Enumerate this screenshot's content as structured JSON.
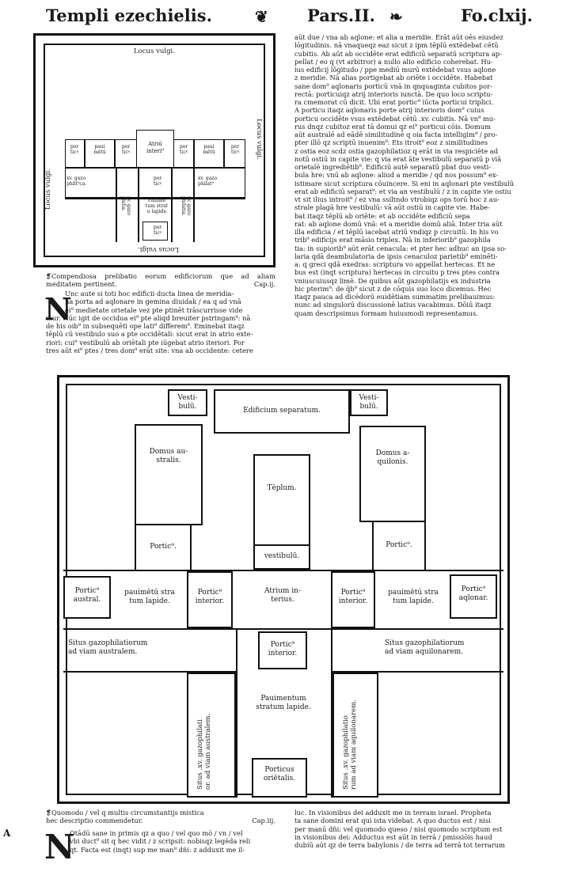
{
  "header": {
    "left_title": "Templi ezechielis.",
    "part": "Pars.II.",
    "folio": "Fo.clxij."
  },
  "small_plan": {
    "top": "Locus vulgi.",
    "left": "Locus vulgi.",
    "right": "Locus vulgi.",
    "bottom": "Locus vulgi.",
    "rooms": {
      "portic_left": "por\nticꝰ",
      "paviment_left": "pauí\nmētū",
      "portic_left2": "por\nticꝰ",
      "atrium": "Atriū\ninteri⁹",
      "portic_right2": "por\nticꝰ",
      "paviment_right": "pauí\nmētū",
      "portic_right": "por\nticꝰ",
      "gazo_left": "xv. gazo\nphilt⁹ca.",
      "gazo_right": "xv. gazo\nphilat⁹",
      "portic_center": "por\nticꝰ",
      "gazo_v_left": "xv. gazo\nphilia.",
      "pavimentum_center": "Pauime\ntum strat\nu lapide",
      "gazo_v_right": "xv. gazo\nphilatia.",
      "portic_bottom": "por\nticꝰ"
    }
  },
  "caption1": "❡Compendiosa prelibatio eorum edificiorum que ad aliam meditatem pertinent.",
  "caption1_cap": "Cap.ij.",
  "left_para": [
    "Unc aute si toti hoc edificii ducta linea de meridia-",
    "na porta ad aqlonare in gemina diuidak / ea q ad vnā",
    "ei⁹ medietate orietale vez pte ptinēt trāscurrisse vide",
    "mur. Nūc igit de occidua ei⁹ pte aliqd breuiter pstringam⁹: nā",
    "de his oib⁹ in subsequēti ope lati⁹ differem⁹. Eminebat itaqz",
    "tēplū cū vestibulo suo a pte occidētali: sicut erat in atrio exte-",
    "riori: cui⁹ vestibulū ab oriētali pte iūgebat atrio iteriori. Por",
    "tres aūt ei⁹ ptes / tres dom⁹ erāt site: vna ab occidente: cetere"
  ],
  "right_para": [
    "aūt due / vna ab aqlone: et alia a meridie. Erāt aūt oēs eiusdez",
    "lōgitudinis. nā vnaqueqz eaz sicut z ipm tēplū extēdebat cētū",
    "cubitis. Ab aūt ab occidēte erat edificiū separatū scriptura ap-",
    "pellat / eo q (vt arbitror) a nullo alio edificio coherebat. Hu-",
    "ius edificij lōgitudo / ppe mediū murū extēdebat vsus aqlone",
    "z meridie. Nā alias portigebat ab oriēte i occidēte. Habebat",
    "sane dom⁹ aqlonaris porticū vnā in qnquaginta cubitos por-",
    "rectā: porticuiqz atrij interioris iunctā. De quo loco scriptu-",
    "ra cmemorat cū dicit. Ubi erat portic⁹ iūcta porticui triplici.",
    "A porticu itaqz aqlonaris porte atrij interioris dom⁹ cuius",
    "porticu occidēte vsus extēdebat cētū .xv. cubitis. Nā vn⁹ mu-",
    "rus dnqz cubitoz erat tā domui qz ei⁹ porticui cōis. Domum",
    "aūt australē ad eādē similitudinē q oia facta intelligim⁹ / pro-",
    "pter illō qz scriptū inuenim⁹: Ets itroit⁹ eoz z similitudines",
    "z ostia eoz scdz ostia gazophilatioz q erāt in via respiciēte ad",
    "notū ostiū in capite vie: q via erat āte vestibulū separatū p viā",
    "orietalē ingrediētib⁹. Edificiū autē separatū pbat duo vesti-",
    "bula hre: vnū ab aqlone: aliud a meridie / qd nos possum⁹ ex-",
    "istimare sicut scriptura cōuincere. Si eni in aqlonari pte vestibulū",
    "erat ab edificiū separat⁹: et via an vestibulū / z in capite vie ostiu",
    "vt sit ilius introit⁹ / ez vna ssiltndo vtrobiqz ops torū hoc z au-",
    "strale plagā hre vestibulū: vā aūt ostiū in capite vie. Habe-",
    "bat itaqz tēplū ab oriēte: et ab occidēte edificiū sepa",
    "rat: ab aqlone domū vnā: et a meridie domū aliā. Inter tria aūt",
    "illa edificia / et tēplū iacebat atriū vndiqz p circuitū. In his vo",
    "trib⁹ edificijs erat māsio triplex. Nā in inferiorib⁹ gazophila",
    "tia: in supiorib⁹ aūt erāt cenacula: et pter hec adhuc an ipsa so-",
    "laria qdā deambulatoria de ipsis cenaculoz parietib⁹ eminēti-",
    "a: q greci qdā exedras: scriptura vo appellat hertecas. Et ne",
    "bus est (inqt scriptura) hertecas in circuitu p tres ptes contra",
    "vniuscuiusqz limē. De quibus aūt gazophilatijs ex industria",
    "hic pterim⁹: de q̄b⁹ sicut z de cōquis suo loco dicemus. Hec",
    "itaqz pauca ad dicēdorū euidētiam summatim prelibauimus:",
    "nunc ad singulorū discussionē latius vacabimus. Dōiū itaqz",
    "quam descripsimus formam huiusmodi representamus."
  ],
  "large_plan": {
    "vestibulum_left": "Vesti-\nbulū.",
    "edificium": "Edificium separatum.",
    "vestibulum_right": "Vesti-\nbulū.",
    "domus_australis": "Domus au-\nstralis.",
    "templum": "Tēplum.",
    "domus_aquilonis": "Domus a-\nquilonis.",
    "porticus_left": "Portic⁹.",
    "vestibulum_center": "vestibulū.",
    "porticus_right": "Portic⁹.",
    "porticus_australis": "Portic⁹\naustral.",
    "pavimentum_left": "pauimētū stra\ntum lapide.",
    "porticus_interior_left": "Portic⁹\ninterior.",
    "atrium_interius": "Atrium in-\nterius.",
    "porticus_interior_right": "Portic⁹\ninterior.",
    "pavimentum_right": "pauimētū stra\ntum lapide.",
    "porticus_aquilonaris": "Portic⁹\naqlonar.",
    "situs_left": "Situs gazophilatiorum\nad viam australem.",
    "porticus_interior_center": "Portic⁹\ninterior.",
    "situs_right": "Situs gazophilatiorum\nad viam aquilonarem.",
    "vertical_left": "Situs .xv. gazophilati\nor. ad viam australem.",
    "pavimentum_stratum": "Pauimentum\nstratum lapide.",
    "vertical_right": "Situs .xv. gazophilatio\nrum ad viam aquilonarem.",
    "porticus_orientalis": "Porticus\noriētalis."
  },
  "bottom_left": {
    "caption": "❡Quomodo / vel q multis circumstantijs mistica",
    "caption2": "hec descriptio commendetur.",
    "cap": "Cap.iij.",
    "margin_mark": "A",
    "lines": [
      "Otādū sane in primis qz a quo / vel quo mō / vn / vel",
      "vbi duct⁹ sit q hec vidit / z scripsit: nobisqz legēda reli",
      "qt. Facta est (inqt) sup me man⁹ dñi: z adduxit me il-"
    ]
  },
  "bottom_right": {
    "lines": [
      "luc. In visionibus dei adduxit me in terram israel. Propheta",
      "ta sane domini erat qui ista videbat. A quo ductus est / nisi",
      "per manū dñi: vel quomodo queso / nisi quomodo scriptum est",
      "in visionibus dei: Adductus est aūt in terrā / pmissiōis haud",
      "dubiū aūt qz de terra babylonis / de terra ad terrā tot terrarum"
    ]
  }
}
